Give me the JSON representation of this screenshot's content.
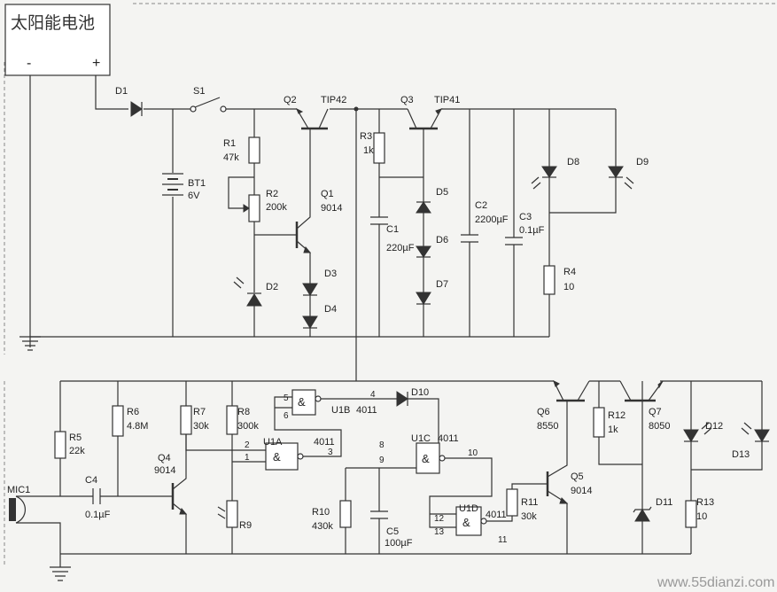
{
  "panel": {
    "title": "太阳能电池",
    "minus": "-",
    "plus": "+"
  },
  "components": {
    "D1": {
      "ref": "D1"
    },
    "S1": {
      "ref": "S1"
    },
    "BT1": {
      "ref": "BT1",
      "value": "6V"
    },
    "R1": {
      "ref": "R1",
      "value": "47k"
    },
    "R2": {
      "ref": "R2",
      "value": "200k"
    },
    "Q1": {
      "ref": "Q1",
      "value": "9014"
    },
    "Q2": {
      "ref": "Q2",
      "value": "TIP42"
    },
    "D2": {
      "ref": "D2"
    },
    "D3": {
      "ref": "D3"
    },
    "D4": {
      "ref": "D4"
    },
    "R3": {
      "ref": "R3",
      "value": "1k"
    },
    "Q3": {
      "ref": "Q3",
      "value": "TIP41"
    },
    "C1": {
      "ref": "C1",
      "value": "220µF"
    },
    "D5": {
      "ref": "D5"
    },
    "D6": {
      "ref": "D6"
    },
    "D7": {
      "ref": "D7"
    },
    "C2": {
      "ref": "C2",
      "value": "2200µF"
    },
    "C3": {
      "ref": "C3",
      "value": "0.1µF"
    },
    "D8": {
      "ref": "D8"
    },
    "D9": {
      "ref": "D9"
    },
    "R4": {
      "ref": "R4",
      "value": "10"
    },
    "R5": {
      "ref": "R5",
      "value": "22k"
    },
    "R6": {
      "ref": "R6",
      "value": "4.8M"
    },
    "R7": {
      "ref": "R7",
      "value": "30k"
    },
    "R8": {
      "ref": "R8",
      "value": "300k"
    },
    "R9": {
      "ref": "R9"
    },
    "C4": {
      "ref": "C4",
      "value": "0.1µF"
    },
    "MIC1": {
      "ref": "MIC1"
    },
    "Q4": {
      "ref": "Q4",
      "value": "9014"
    },
    "U1A": {
      "ref": "U1A",
      "value": "4011"
    },
    "U1B": {
      "ref": "U1B",
      "value": "4011"
    },
    "U1C": {
      "ref": "U1C",
      "value": "4011"
    },
    "U1D": {
      "ref": "U1D",
      "value": "4011"
    },
    "D10": {
      "ref": "D10"
    },
    "R10": {
      "ref": "R10",
      "value": "430k"
    },
    "C5": {
      "ref": "C5",
      "value": "100µF"
    },
    "Q6": {
      "ref": "Q6",
      "value": "8550"
    },
    "Q7": {
      "ref": "Q7",
      "value": "8050"
    },
    "R12": {
      "ref": "R12",
      "value": "1k"
    },
    "Q5": {
      "ref": "Q5",
      "value": "9014"
    },
    "R11": {
      "ref": "R11",
      "value": "30k"
    },
    "D11": {
      "ref": "D11"
    },
    "D12": {
      "ref": "D12"
    },
    "D13": {
      "ref": "D13"
    },
    "R13": {
      "ref": "R13",
      "value": "10"
    }
  },
  "pins": {
    "u1b_in1": "5",
    "u1b_in2": "6",
    "u1b_out": "4",
    "u1a_in1": "2",
    "u1a_in2": "1",
    "u1a_out": "3",
    "u1c_in1": "8",
    "u1c_in2": "9",
    "u1c_out": "10",
    "u1d_in1": "12",
    "u1d_in2": "13",
    "u1d_out": "11"
  },
  "gate_symbol": "&",
  "watermark": "www.55dianzi.com"
}
